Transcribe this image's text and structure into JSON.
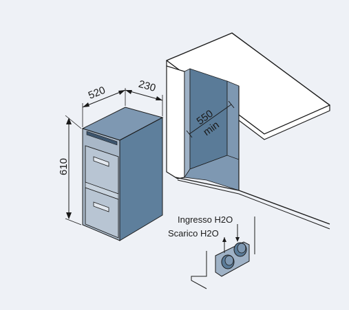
{
  "dimensions": {
    "width": "520",
    "depth": "230",
    "height": "610",
    "niche_depth_value": "550",
    "niche_depth_suffix": "min"
  },
  "connections": {
    "water_inlet": "Ingresso H2O",
    "water_drain": "Scarico H2O"
  },
  "colors": {
    "background": "#eef1f6",
    "cabinet_front": "#a9b8c8",
    "cabinet_side": "#5e7f9c",
    "cabinet_top": "#7e98b2",
    "niche_back": "#5a7b98",
    "niche_side": "#7e98b2",
    "line": "#1a1a1a"
  }
}
